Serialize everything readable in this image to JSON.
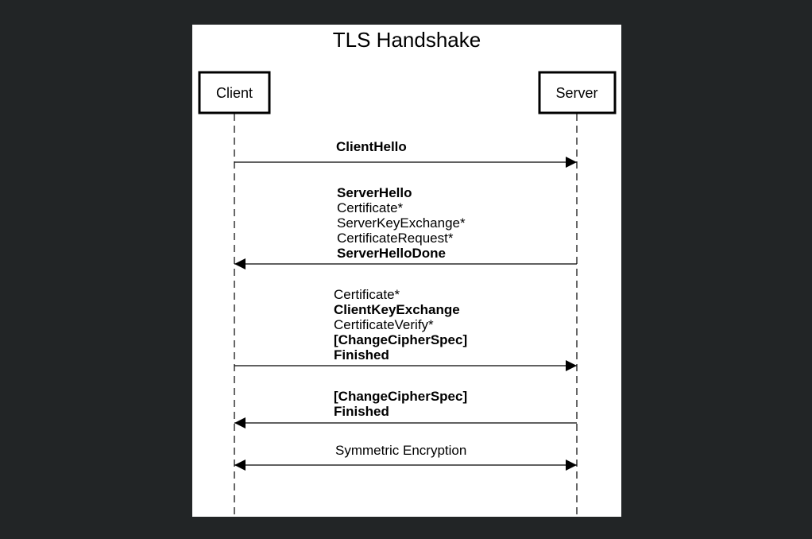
{
  "diagram": {
    "title": "TLS Handshake",
    "participants": [
      {
        "id": "client",
        "label": "Client"
      },
      {
        "id": "server",
        "label": "Server"
      }
    ],
    "messages": [
      {
        "from": "client",
        "to": "server",
        "direction": "right",
        "lines": [
          {
            "text": "ClientHello",
            "bold": true
          }
        ]
      },
      {
        "from": "server",
        "to": "client",
        "direction": "left",
        "lines": [
          {
            "text": "ServerHello",
            "bold": true
          },
          {
            "text": "Certificate*",
            "bold": false
          },
          {
            "text": "ServerKeyExchange*",
            "bold": false
          },
          {
            "text": "CertificateRequest*",
            "bold": false
          },
          {
            "text": "ServerHelloDone",
            "bold": true
          }
        ]
      },
      {
        "from": "client",
        "to": "server",
        "direction": "right",
        "lines": [
          {
            "text": "Certificate*",
            "bold": false
          },
          {
            "text": "ClientKeyExchange",
            "bold": true
          },
          {
            "text": "CertificateVerify*",
            "bold": false
          },
          {
            "text": "[ChangeCipherSpec]",
            "bold": true
          },
          {
            "text": "Finished",
            "bold": true
          }
        ]
      },
      {
        "from": "server",
        "to": "client",
        "direction": "left",
        "lines": [
          {
            "text": "[ChangeCipherSpec]",
            "bold": true
          },
          {
            "text": "Finished",
            "bold": true
          }
        ]
      },
      {
        "from": "client",
        "to": "server",
        "direction": "both",
        "lines": [
          {
            "text": "Symmetric Encryption",
            "bold": false
          }
        ]
      }
    ]
  }
}
